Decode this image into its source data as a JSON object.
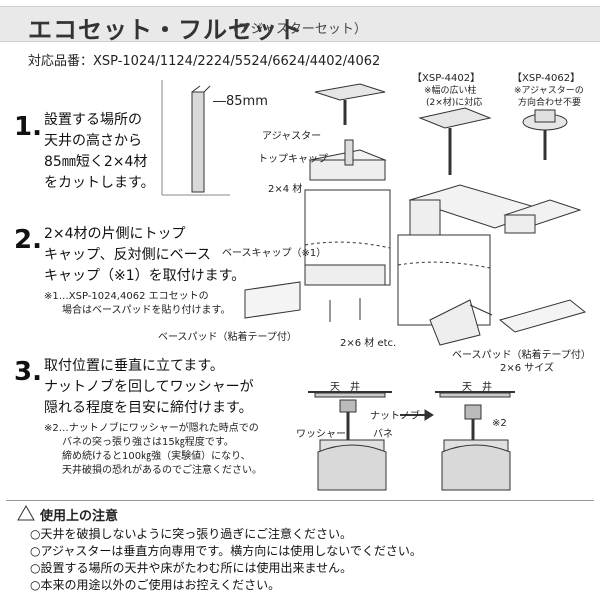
{
  "header": {
    "title": "エコセット・フルセット",
    "subtitle": "（アジャスターセット）"
  },
  "models": "対応品番：XSP-1024/1124/2224/5524/6624/4402/4062",
  "steps": [
    {
      "number": "1.",
      "lines": [
        "設置する場所の",
        "天井の高さから",
        "85㎜短く2×4材",
        "をカットします。"
      ]
    },
    {
      "number": "2.",
      "lines": [
        "2×4材の片側にトップ",
        "キャップ、反対側にベース",
        "キャップ（※1）を取付けます。"
      ],
      "note_lines": [
        "※1…XSP-1024,4062 エコセットの",
        "場合はベースパッドを貼り付けます。"
      ]
    },
    {
      "number": "3.",
      "lines": [
        "取付位置に垂直に立てます。",
        "ナットノブを回してワッシャーが",
        "隠れる程度を目安に締付けます。"
      ],
      "note_lines": [
        "※2…ナットノブにワッシャーが隠れた時点での",
        "バネの突っ張り強さは15㎏程度です。",
        "締め続けると100㎏強（実験値）になり、",
        "天井破損の恐れがあるのでご注意ください。"
      ]
    }
  ],
  "diagram_labels": {
    "minus_85": "―85mm",
    "adjuster": "アジャスター",
    "top_cap": "トップキャップ",
    "two_by_four": "2×4 材",
    "base_cap": "ベースキャップ（※1）",
    "base_pad": "ベースパッド（粘着テープ付）",
    "two_by_six": "2×6 材 etc.",
    "xsp4402_title": "【XSP-4402】",
    "xsp4402_note_1": "※幅の広い柱",
    "xsp4402_note_2": "(2×材)に対応",
    "xsp4062_title": "【XSP-4062】",
    "xsp4062_note_1": "※アジャスターの",
    "xsp4062_note_2": "方向合わせ不要",
    "base_pad_26": "ベースパッド（粘着テープ付）",
    "size_26": "2×6 サイズ",
    "ceiling_left": "天　井",
    "ceiling_right": "天　井",
    "nut_knob": "ナットノブ",
    "washer": "ワッシャー",
    "spring": "バネ",
    "note2_mark": "※2"
  },
  "caution": {
    "title": "使用上の注意",
    "items": [
      "○天井を破損しないように突っ張り過ぎにご注意ください。",
      "○アジャスターは垂直方向専用です。横方向には使用しないでください。",
      "○設置する場所の天井や床がたわむ所には使用出来ません。",
      "○本来の用途以外のご使用はお控えください。"
    ]
  }
}
